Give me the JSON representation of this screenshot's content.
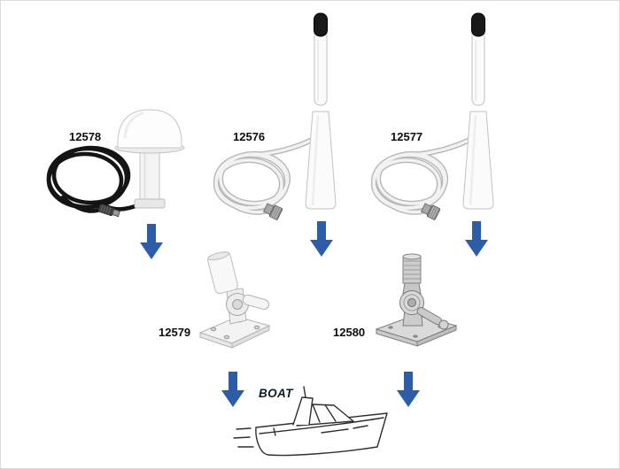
{
  "page": {
    "background": "#ffffff",
    "border_color": "#dcdcdc"
  },
  "products": [
    {
      "label": "12578",
      "icon": "gps-antenna-with-black-coiled-cable"
    },
    {
      "label": "12576",
      "icon": "whip-antenna-with-white-coiled-cable"
    },
    {
      "label": "12577",
      "icon": "whip-antenna-with-white-coiled-cable"
    },
    {
      "label": "12579",
      "icon": "white-plastic-ratchet-antenna-mount"
    },
    {
      "label": "12580",
      "icon": "stainless-steel-ratchet-antenna-mount"
    }
  ],
  "destination": {
    "label": "BOAT",
    "icon": "motor-yacht-line-drawing"
  },
  "arrows": {
    "icon": "down-arrow",
    "count": 5,
    "color": "#2e5da8"
  }
}
